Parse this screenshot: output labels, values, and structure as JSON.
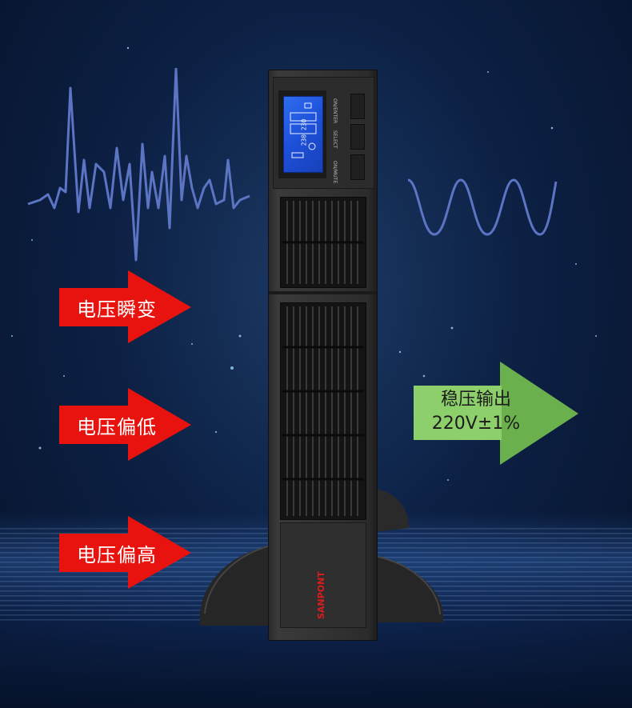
{
  "labels": {
    "surge": "电压瞬变",
    "low": "电压偏低",
    "high": "电压偏高",
    "output_line1": "稳压输出",
    "output_line2": "220V±1%"
  },
  "device": {
    "brand": "SANPONT",
    "buttons": [
      "ON/ENTER",
      "SELECT",
      "ON/MUTE"
    ],
    "lcd_readout": "230 230"
  },
  "colors": {
    "arrow_red": "#e8130f",
    "arrow_green": "#6ab04c",
    "green_label_bg": "#8ccf6b",
    "waveform": "#5b74c4",
    "lcd_blue": "#2a63ea"
  },
  "icons": {
    "noisy_wave": "distorted-waveform-icon",
    "sine_wave": "sine-waveform-icon"
  }
}
